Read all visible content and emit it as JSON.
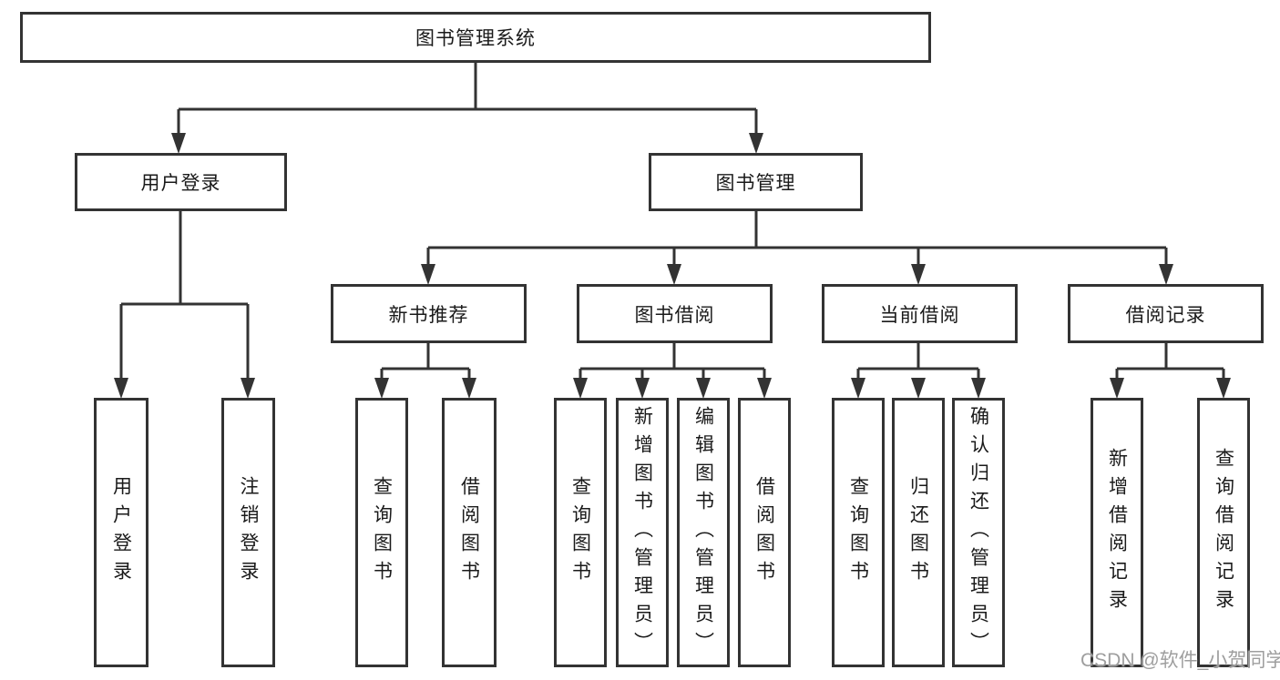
{
  "page": {
    "background": "#ffffff"
  },
  "colors": {
    "line": "#333333",
    "box_border": "#333333",
    "text": "#1a1a1a",
    "watermark": "#9e9e9e"
  },
  "watermark": {
    "text": "CSDN @软件_小贺同学"
  },
  "tree": {
    "label": "图书管理系统",
    "children": [
      {
        "label": "用户登录",
        "children": [
          {
            "label": "用户登录"
          },
          {
            "label": "注销登录"
          }
        ]
      },
      {
        "label": "图书管理",
        "children": [
          {
            "label": "新书推荐",
            "children": [
              {
                "label": "查询图书"
              },
              {
                "label": "借阅图书"
              }
            ]
          },
          {
            "label": "图书借阅",
            "children": [
              {
                "label": "查询图书"
              },
              {
                "label": "新增图书（管理员）"
              },
              {
                "label": "编辑图书（管理员）"
              },
              {
                "label": "借阅图书"
              }
            ]
          },
          {
            "label": "当前借阅",
            "children": [
              {
                "label": "查询图书"
              },
              {
                "label": "归还图书"
              },
              {
                "label": "确认归还（管理员）"
              }
            ]
          },
          {
            "label": "借阅记录",
            "children": [
              {
                "label": "新增借阅记录"
              },
              {
                "label": "查询借阅记录"
              }
            ]
          }
        ]
      }
    ]
  }
}
